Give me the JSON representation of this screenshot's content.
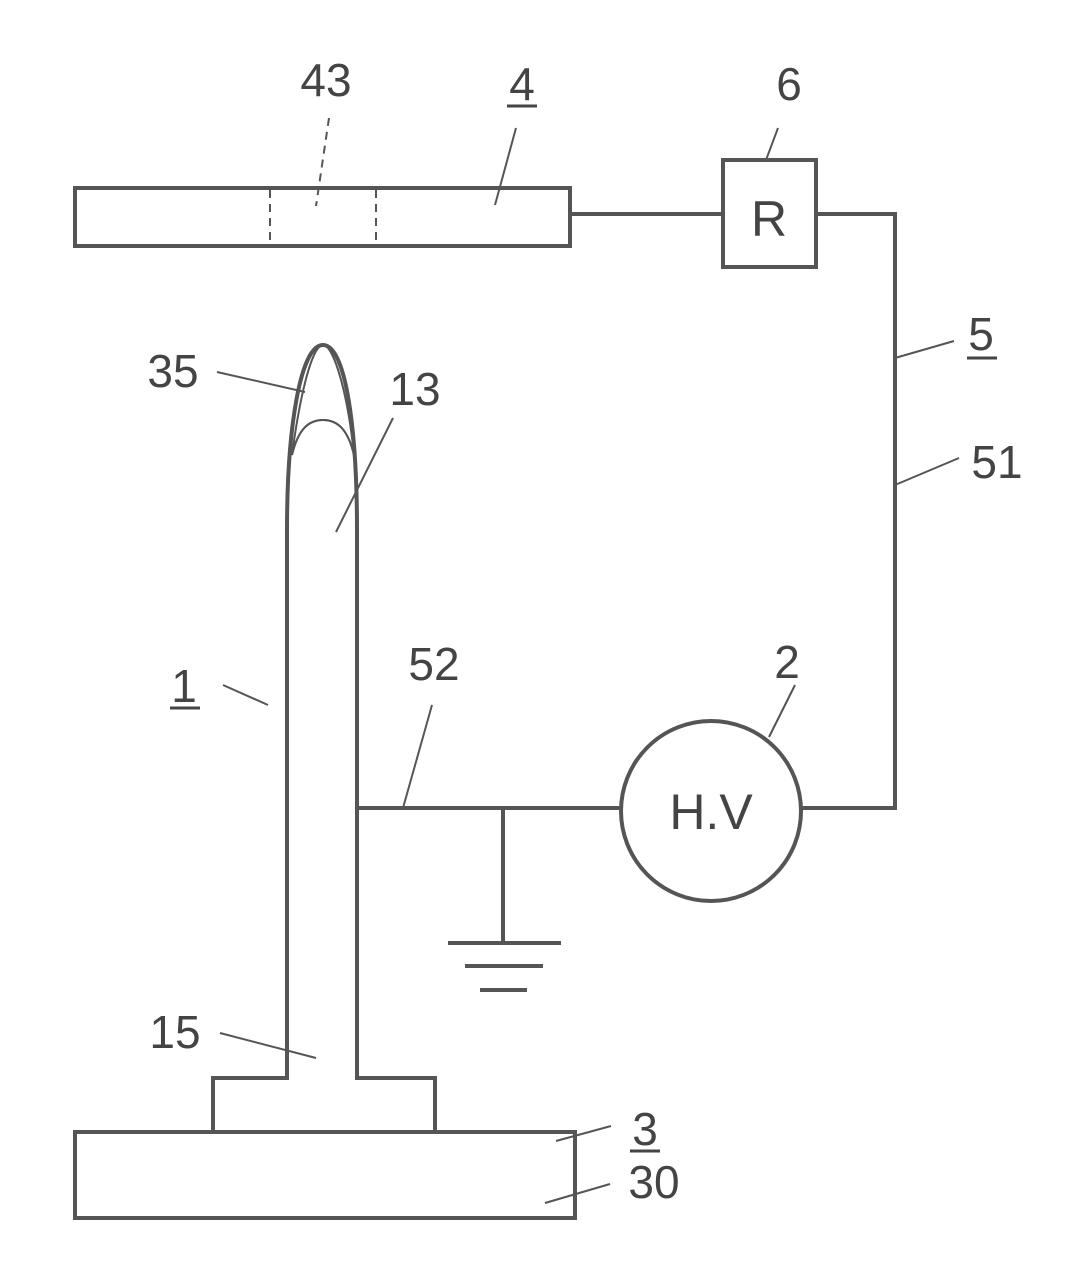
{
  "labels": {
    "l43": "43",
    "l4": "4",
    "l6": "6",
    "l35": "35",
    "l13": "13",
    "l5": "5",
    "l51": "51",
    "l1": "1",
    "l52": "52",
    "l2": "2",
    "l15": "15",
    "l3": "3",
    "l30": "30"
  },
  "symbols": {
    "resistor": "R",
    "source": "H.V"
  },
  "colors": {
    "stroke": "#555555",
    "text": "#444444",
    "tip_fill": "#bdbdbd"
  }
}
